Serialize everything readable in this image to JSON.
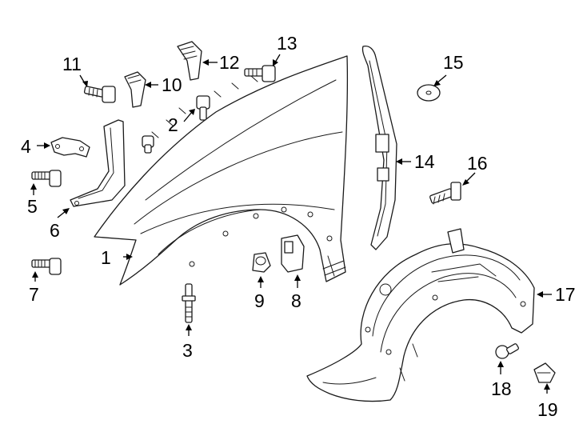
{
  "callouts": [
    {
      "id": "1",
      "label": "1"
    },
    {
      "id": "2",
      "label": "2"
    },
    {
      "id": "3",
      "label": "3"
    },
    {
      "id": "4",
      "label": "4"
    },
    {
      "id": "5",
      "label": "5"
    },
    {
      "id": "6",
      "label": "6"
    },
    {
      "id": "7",
      "label": "7"
    },
    {
      "id": "8",
      "label": "8"
    },
    {
      "id": "9",
      "label": "9"
    },
    {
      "id": "10",
      "label": "10"
    },
    {
      "id": "11",
      "label": "11"
    },
    {
      "id": "12",
      "label": "12"
    },
    {
      "id": "13",
      "label": "13"
    },
    {
      "id": "14",
      "label": "14"
    },
    {
      "id": "15",
      "label": "15"
    },
    {
      "id": "16",
      "label": "16"
    },
    {
      "id": "17",
      "label": "17"
    },
    {
      "id": "18",
      "label": "18"
    },
    {
      "id": "19",
      "label": "19"
    }
  ],
  "colors": {
    "line": "#1a1a1a",
    "text": "#000000",
    "background": "#ffffff"
  }
}
